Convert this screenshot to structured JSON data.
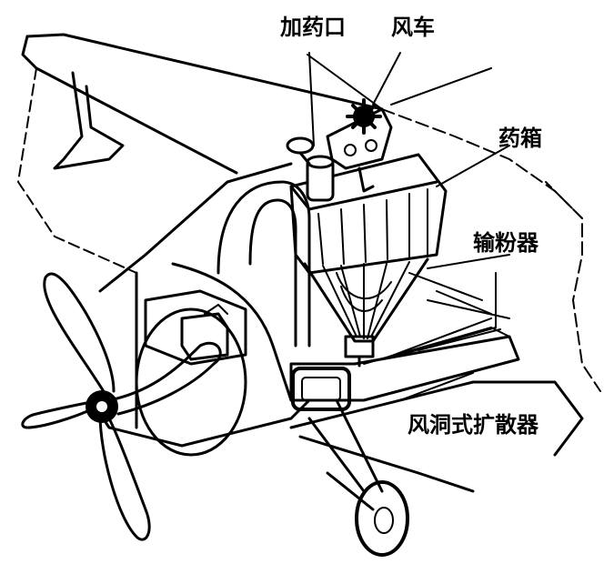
{
  "labels": {
    "fill_port": "加药口",
    "windmill": "风车",
    "tank": "药箱",
    "powder_feeder": "输粉器",
    "venturi_spreader": "风洞式扩散器"
  }
}
